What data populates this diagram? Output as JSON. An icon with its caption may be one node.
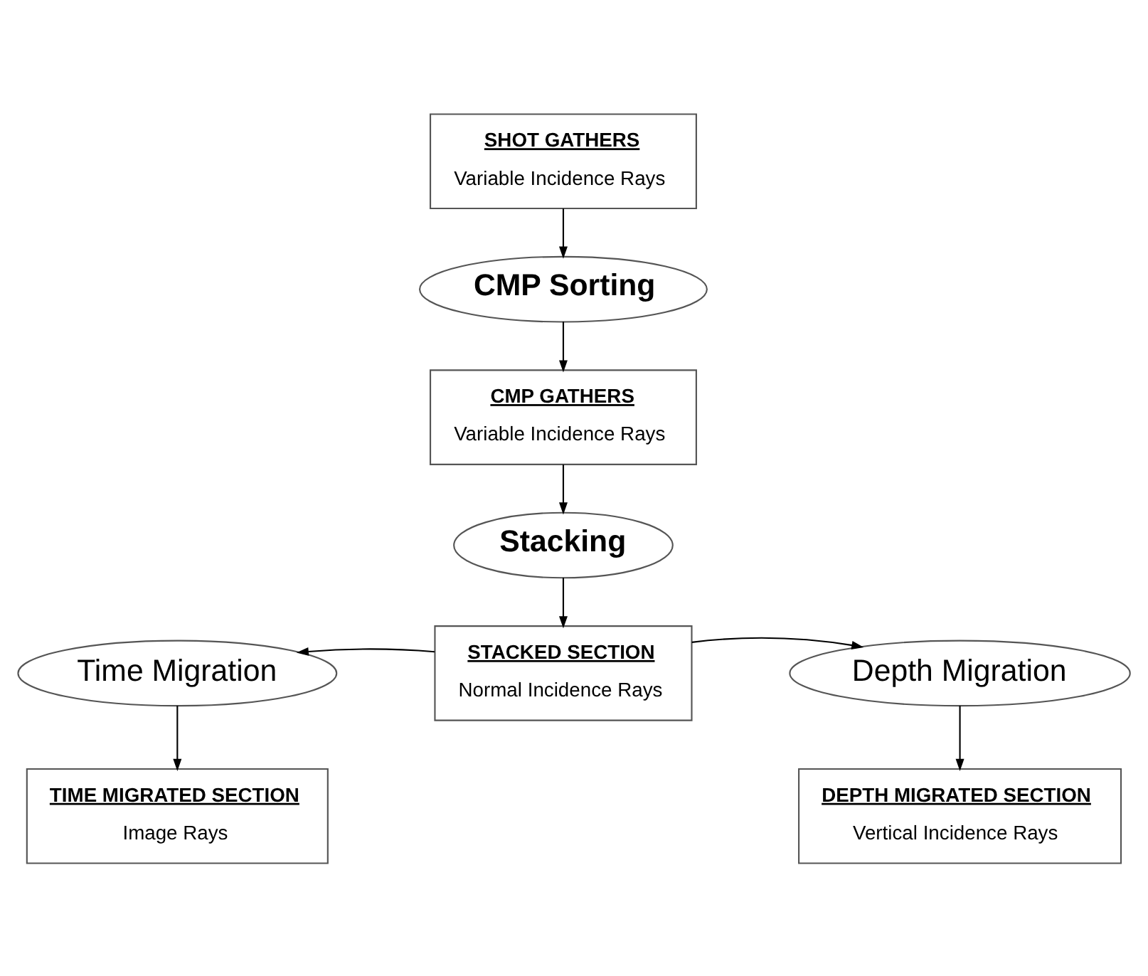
{
  "diagram": {
    "nodes": [
      {
        "text": [
          "SHOT GATHERS",
          "Variable Incidence Rays"
        ]
      },
      {
        "text": [
          "CMP Sorting"
        ]
      },
      {
        "text": [
          "CMP GATHERS",
          "Variable Incidence Rays"
        ]
      },
      {
        "text": [
          "Stacking"
        ]
      },
      {
        "text": [
          "STACKED SECTION",
          "Normal Incidence Rays"
        ]
      },
      {
        "text": [
          "Time Migration"
        ]
      },
      {
        "text": [
          "Depth Migration"
        ]
      },
      {
        "text": [
          "TIME MIGRATED SECTION",
          "Image Rays"
        ]
      },
      {
        "text": [
          "DEPTH MIGRATED SECTION",
          "Vertical Incidence Rays"
        ]
      }
    ],
    "edges": [
      {
        "from": 0,
        "to": 1,
        "arrow": "to"
      },
      {
        "from": 1,
        "to": 2,
        "arrow": "to"
      },
      {
        "from": 2,
        "to": 3,
        "arrow": "to"
      },
      {
        "from": 3,
        "to": 4,
        "arrow": "to"
      },
      {
        "from": 4,
        "to": 5,
        "arrow": "to"
      },
      {
        "from": 4,
        "to": 6,
        "arrow": "to"
      },
      {
        "from": 5,
        "to": 7,
        "arrow": "to"
      },
      {
        "from": 6,
        "to": 8,
        "arrow": "to"
      }
    ]
  }
}
